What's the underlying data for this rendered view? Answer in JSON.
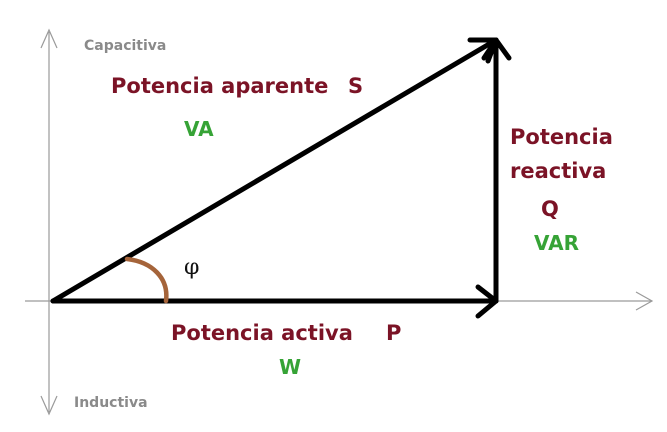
{
  "axes": {
    "top_label": "Capacitiva",
    "bottom_label": "Inductiva"
  },
  "apparent_power": {
    "name": "Potencia aparente",
    "symbol": "S",
    "unit": "VA"
  },
  "reactive_power": {
    "name_line1": "Potencia",
    "name_line2": "reactiva",
    "symbol": "Q",
    "unit": "VAR"
  },
  "active_power": {
    "name": "Potencia activa",
    "symbol": "P",
    "unit": "W"
  },
  "angle": {
    "symbol": "φ"
  },
  "colors": {
    "name_text": "#7b1326",
    "unit_text": "#36a336",
    "axis": "#9a9a9a",
    "vector": "#000000",
    "angle_arc": "#a5643a"
  }
}
